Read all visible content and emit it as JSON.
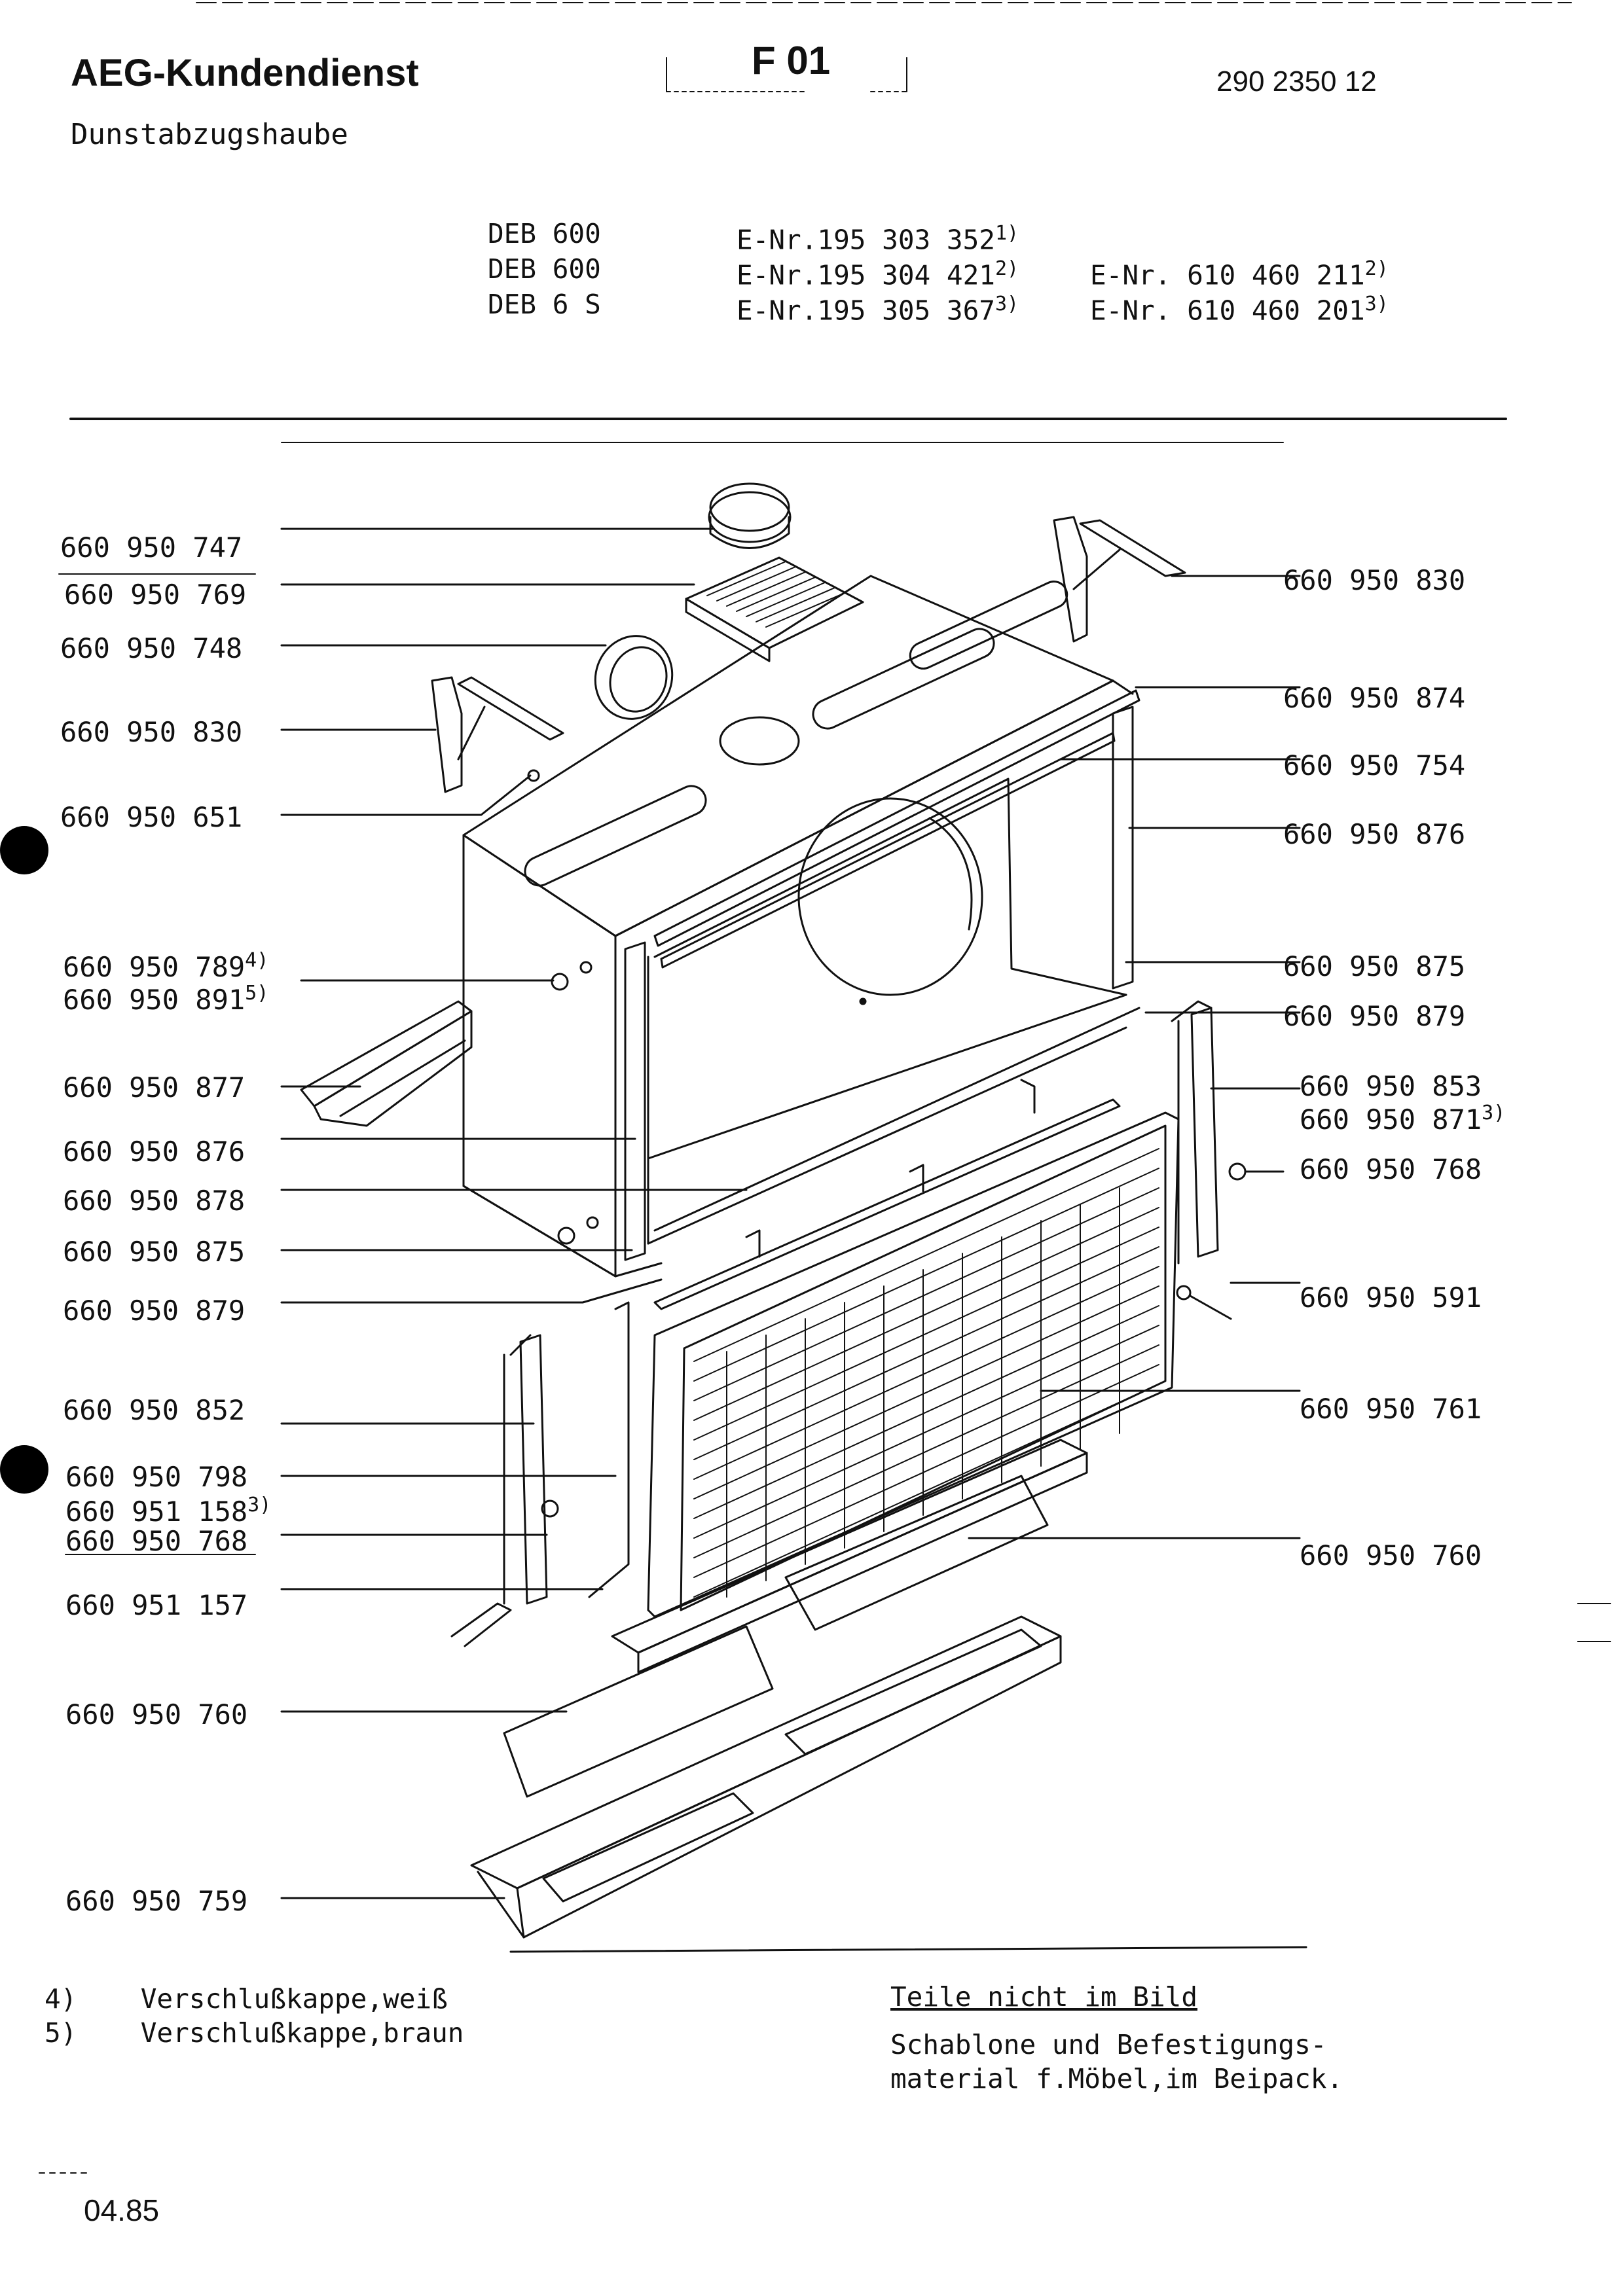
{
  "header": {
    "brand": "AEG-Kundendienst",
    "subtitle": "Dunstabzugshaube",
    "sheet_code": "F 01",
    "doc_number": "290 2350 12"
  },
  "models": [
    {
      "model": "DEB 600",
      "enr": "E-Nr.195 303 352",
      "enr_note": "1)",
      "alt": "",
      "alt_note": ""
    },
    {
      "model": "DEB 600",
      "enr": "E-Nr.195 304 421",
      "enr_note": "2)",
      "alt": "E-Nr. 610 460 211",
      "alt_note": "2)"
    },
    {
      "model": "DEB 6 S",
      "enr": "E-Nr.195 305 367",
      "enr_note": "3)",
      "alt": "E-Nr. 610 460 201",
      "alt_note": "3)"
    }
  ],
  "parts_left": [
    {
      "number": "660 950 747",
      "note": ""
    },
    {
      "number": "660 950 769",
      "note": ""
    },
    {
      "number": "660 950 748",
      "note": ""
    },
    {
      "number": "660 950 830",
      "note": ""
    },
    {
      "number": "660 950 651",
      "note": ""
    },
    {
      "number": "660 950 789",
      "note": "4)"
    },
    {
      "number": "660 950 891",
      "note": "5)"
    },
    {
      "number": "660 950 877",
      "note": ""
    },
    {
      "number": "660 950 876",
      "note": ""
    },
    {
      "number": "660 950 878",
      "note": ""
    },
    {
      "number": "660 950 875",
      "note": ""
    },
    {
      "number": "660 950 879",
      "note": ""
    },
    {
      "number": "660 950 852",
      "note": ""
    },
    {
      "number": "660 950 798",
      "note": ""
    },
    {
      "number": "660 951 158",
      "note": "3)"
    },
    {
      "number": "660 950 768",
      "note": ""
    },
    {
      "number": "660 951 157",
      "note": ""
    },
    {
      "number": "660 950 760",
      "note": ""
    },
    {
      "number": "660 950 759",
      "note": ""
    }
  ],
  "parts_right": [
    {
      "number": "660 950 830",
      "note": ""
    },
    {
      "number": "660 950 874",
      "note": ""
    },
    {
      "number": "660 950 754",
      "note": ""
    },
    {
      "number": "660 950 876",
      "note": ""
    },
    {
      "number": "660 950 875",
      "note": ""
    },
    {
      "number": "660 950 879",
      "note": ""
    },
    {
      "number": "660 950 853",
      "note": ""
    },
    {
      "number": "660 950 871",
      "note": "3)"
    },
    {
      "number": "660 950 768",
      "note": ""
    },
    {
      "number": "660 950 591",
      "note": ""
    },
    {
      "number": "660 950 761",
      "note": ""
    },
    {
      "number": "660 950 760",
      "note": ""
    }
  ],
  "footnotes": [
    {
      "mark": "4)",
      "text": "Verschlußkappe,weiß"
    },
    {
      "mark": "5)",
      "text": "Verschlußkappe,braun"
    }
  ],
  "not_shown": {
    "heading": "Teile nicht im Bild",
    "line1": "Schablone und Befestigungs-",
    "line2": "material f.Möbel,im Beipack."
  },
  "date": "04.85"
}
